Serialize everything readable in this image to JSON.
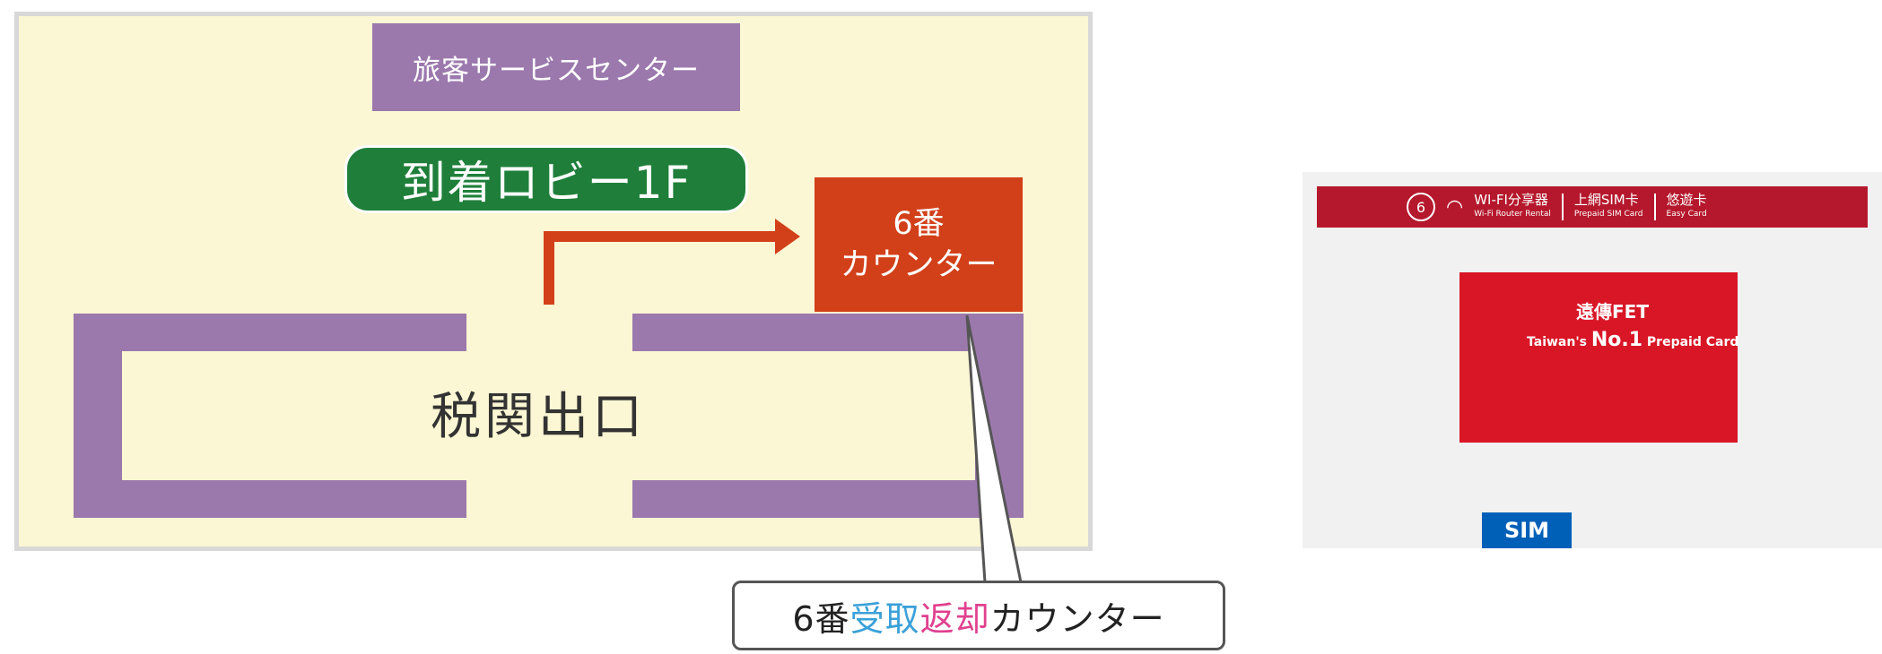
{
  "map": {
    "service_center": "旅客サービスセンター",
    "lobby_label": "到着ロビー1F",
    "counter_line1": "6番",
    "counter_line2": "カウンター",
    "customs_exit": "税関出口",
    "callout": {
      "part1": "6番",
      "part2": "受取",
      "part3": "返却",
      "part4": "カウンター"
    }
  },
  "photo": {
    "banner_number": "6",
    "wifi_label": "WI-FI分享器",
    "wifi_sub": "Wi-Fi Router Rental",
    "sim_label": "上網SIM卡",
    "sim_sub": "Prepaid SIM Card",
    "easycard_label": "悠遊卡",
    "easycard_sub": "Easy Card",
    "brand": "遠傳FET",
    "slogan_pre": "Taiwan's",
    "slogan_bold": "No.1",
    "slogan_post": "Prepaid Card",
    "sim_sign": "SIM"
  },
  "colors": {
    "map_bg": "#fbf6d3",
    "wall": "#9b79ad",
    "lobby": "#1f7f3a",
    "counter": "#d2401a",
    "callout_blue": "#3aa0d8",
    "callout_pink": "#e0418f",
    "fet_red": "#d81626"
  }
}
